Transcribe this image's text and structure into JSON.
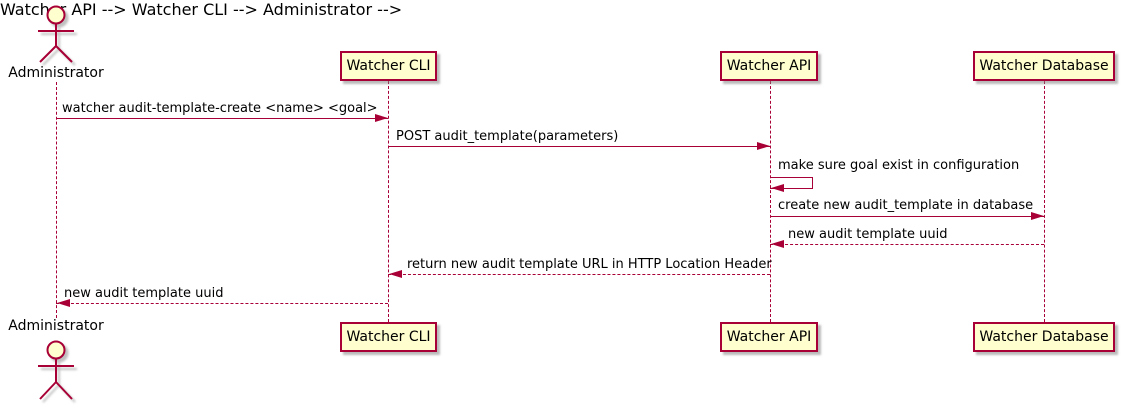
{
  "diagram": {
    "type": "uml-sequence-diagram",
    "colors": {
      "participant_fill": "#FEFECE",
      "line_and_border": "#A80036",
      "text": "#000000",
      "background": "#FFFFFF"
    },
    "participants": [
      {
        "name": "Administrator",
        "kind": "actor"
      },
      {
        "name": "Watcher CLI",
        "kind": "participant"
      },
      {
        "name": "Watcher API",
        "kind": "participant"
      },
      {
        "name": "Watcher Database",
        "kind": "participant"
      }
    ],
    "messages": [
      {
        "from": "Administrator",
        "to": "Watcher CLI",
        "label": "watcher audit-template-create <name> <goal>",
        "line": "solid",
        "direction": "right"
      },
      {
        "from": "Watcher CLI",
        "to": "Watcher API",
        "label": "POST audit_template(parameters)",
        "line": "solid",
        "direction": "right"
      },
      {
        "from": "Watcher API",
        "to": "Watcher API",
        "label": "make sure goal exist in configuration",
        "line": "solid",
        "direction": "self"
      },
      {
        "from": "Watcher API",
        "to": "Watcher Database",
        "label": "create new audit_template in database",
        "line": "solid",
        "direction": "right"
      },
      {
        "from": "Watcher Database",
        "to": "Watcher API",
        "label": "new audit template uuid",
        "line": "dashed",
        "direction": "left"
      },
      {
        "from": "Watcher API",
        "to": "Watcher CLI",
        "label": "return new audit template URL in HTTP Location Header",
        "line": "dashed",
        "direction": "left"
      },
      {
        "from": "Watcher CLI",
        "to": "Administrator",
        "label": "new audit template uuid",
        "line": "dashed",
        "direction": "left"
      }
    ]
  }
}
